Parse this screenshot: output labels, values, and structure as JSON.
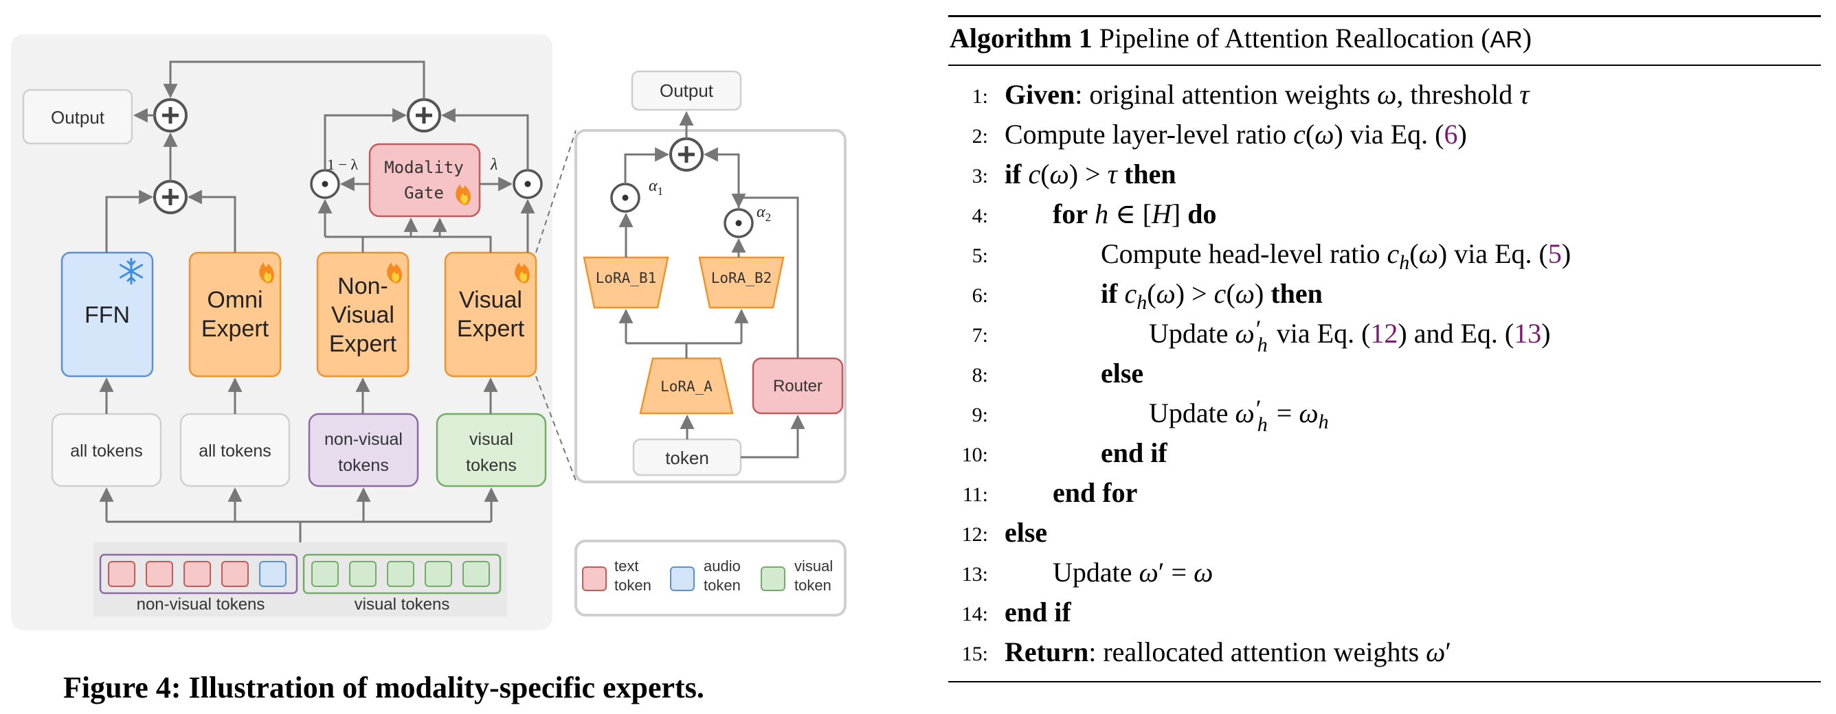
{
  "figure": {
    "caption": "Figure 4: Illustration of modality-specific experts.",
    "left_panel": {
      "output_label": "Output",
      "modality_gate_label": [
        "Modality",
        "Gate"
      ],
      "one_minus_lambda": "1 − λ",
      "lambda": "λ",
      "experts": [
        {
          "label": [
            "FFN"
          ],
          "color": "blue",
          "badge": "snowflake-icon"
        },
        {
          "label": [
            "Omni",
            "Expert"
          ],
          "color": "orange",
          "badge": "flame-icon"
        },
        {
          "label": [
            "Non-",
            "Visual",
            "Expert"
          ],
          "color": "orange",
          "badge": "flame-icon"
        },
        {
          "label": [
            "Visual",
            "Expert"
          ],
          "color": "orange",
          "badge": "flame-icon"
        }
      ],
      "token_boxes": [
        {
          "label": [
            "all tokens"
          ],
          "color": "grey"
        },
        {
          "label": [
            "all tokens"
          ],
          "color": "grey"
        },
        {
          "label": [
            "non-visual",
            "tokens"
          ],
          "color": "purple"
        },
        {
          "label": [
            "visual",
            "tokens"
          ],
          "color": "green"
        }
      ],
      "sequence_labels": [
        "non-visual tokens",
        "visual tokens"
      ],
      "sequence": [
        "text",
        "text",
        "text",
        "text",
        "audio",
        "visual",
        "visual",
        "visual",
        "visual",
        "visual"
      ]
    },
    "right_panel": {
      "output_label": "Output",
      "alpha1": "α",
      "alpha1_sub": "1",
      "alpha2": "α",
      "alpha2_sub": "2",
      "lora_b1": "LoRA_B1",
      "lora_b2": "LoRA_B2",
      "lora_a": "LoRA_A",
      "router": "Router",
      "token": "token"
    },
    "legend": [
      {
        "label": [
          "text",
          "token"
        ],
        "color": "#f6c8c8"
      },
      {
        "label": [
          "audio",
          "token"
        ],
        "color": "#d3e4f8"
      },
      {
        "label": [
          "visual",
          "token"
        ],
        "color": "#d4ead0"
      }
    ],
    "colors": {
      "panel_bg": "#f2f2f2",
      "ffn_fill": "#d6e6fa",
      "ffn_stroke": "#5b8fd6",
      "expert_fill": "#ffc98f",
      "expert_stroke": "#f0932b",
      "gate_fill": "#f6c4c6",
      "gate_stroke": "#c55a5a",
      "purple_fill": "#e7dcee",
      "purple_stroke": "#8e6aa5",
      "green_fill": "#dcefd6",
      "green_stroke": "#73ad65",
      "arrow": "#777777"
    }
  },
  "algorithm": {
    "title_bold": "Algorithm 1",
    "title_rest": " Pipeline of Attention Reallocation (",
    "title_sc": "AR",
    "title_end": ")",
    "lines": [
      {
        "n": "1:",
        "parts": [
          [
            "kw",
            "Given"
          ],
          [
            "t",
            ": original attention weights "
          ],
          [
            "m",
            "ω"
          ],
          [
            "t",
            ", threshold "
          ],
          [
            "m",
            "τ"
          ]
        ]
      },
      {
        "n": "2:",
        "parts": [
          [
            "t",
            "Compute layer-level ratio "
          ],
          [
            "m",
            "c"
          ],
          [
            "t",
            "("
          ],
          [
            "m",
            "ω"
          ],
          [
            "t",
            ") via Eq. ("
          ],
          [
            "r",
            "6"
          ],
          [
            "t",
            ")"
          ]
        ]
      },
      {
        "n": "3:",
        "parts": [
          [
            "kw",
            "if"
          ],
          [
            "t",
            " "
          ],
          [
            "m",
            "c"
          ],
          [
            "t",
            "("
          ],
          [
            "m",
            "ω"
          ],
          [
            "t",
            ") > "
          ],
          [
            "m",
            "τ"
          ],
          [
            "t",
            " "
          ],
          [
            "kw",
            "then"
          ]
        ]
      },
      {
        "n": "4:",
        "parts": [
          [
            "kw",
            "for"
          ],
          [
            "t",
            " "
          ],
          [
            "m",
            "h"
          ],
          [
            "t",
            " ∈ ["
          ],
          [
            "m",
            "H"
          ],
          [
            "t",
            "] "
          ],
          [
            "kw",
            "do"
          ]
        ]
      },
      {
        "n": "5:",
        "parts": [
          [
            "t",
            "Compute head-level ratio "
          ],
          [
            "m",
            "c"
          ],
          [
            "sub",
            "h"
          ],
          [
            "t",
            "("
          ],
          [
            "m",
            "ω"
          ],
          [
            "t",
            ") via Eq. ("
          ],
          [
            "r",
            "5"
          ],
          [
            "t",
            ")"
          ]
        ]
      },
      {
        "n": "6:",
        "parts": [
          [
            "kw",
            "if"
          ],
          [
            "t",
            " "
          ],
          [
            "m",
            "c"
          ],
          [
            "sub",
            "h"
          ],
          [
            "t",
            "("
          ],
          [
            "m",
            "ω"
          ],
          [
            "t",
            ") > "
          ],
          [
            "m",
            "c"
          ],
          [
            "t",
            "("
          ],
          [
            "m",
            "ω"
          ],
          [
            "t",
            ") "
          ],
          [
            "kw",
            "then"
          ]
        ]
      },
      {
        "n": "7:",
        "parts": [
          [
            "t",
            "Update "
          ],
          [
            "m",
            "ω"
          ],
          [
            "supsub",
            "′|h"
          ],
          [
            "t",
            " via Eq. ("
          ],
          [
            "r",
            "12"
          ],
          [
            "t",
            ") and Eq. ("
          ],
          [
            "r",
            "13"
          ],
          [
            "t",
            ")"
          ]
        ]
      },
      {
        "n": "8:",
        "parts": [
          [
            "kw",
            "else"
          ]
        ]
      },
      {
        "n": "9:",
        "parts": [
          [
            "t",
            "Update "
          ],
          [
            "m",
            "ω"
          ],
          [
            "supsub",
            "′|h"
          ],
          [
            "t",
            " = "
          ],
          [
            "m",
            "ω"
          ],
          [
            "sub",
            "h"
          ]
        ]
      },
      {
        "n": "10:",
        "parts": [
          [
            "kw",
            "end if"
          ]
        ]
      },
      {
        "n": "11:",
        "parts": [
          [
            "kw",
            "end for"
          ]
        ]
      },
      {
        "n": "12:",
        "parts": [
          [
            "kw",
            "else"
          ]
        ]
      },
      {
        "n": "13:",
        "parts": [
          [
            "t",
            "Update "
          ],
          [
            "m",
            "ω"
          ],
          [
            "t",
            "′ = "
          ],
          [
            "m",
            "ω"
          ]
        ]
      },
      {
        "n": "14:",
        "parts": [
          [
            "kw",
            "end if"
          ]
        ]
      },
      {
        "n": "15:",
        "parts": [
          [
            "kw",
            "Return"
          ],
          [
            "t",
            ": reallocated attention weights "
          ],
          [
            "m",
            "ω"
          ],
          [
            "t",
            "′"
          ]
        ]
      }
    ],
    "indent_levels": [
      0,
      0,
      0,
      1,
      2,
      2,
      3,
      2,
      3,
      2,
      1,
      0,
      1,
      0,
      0
    ]
  }
}
